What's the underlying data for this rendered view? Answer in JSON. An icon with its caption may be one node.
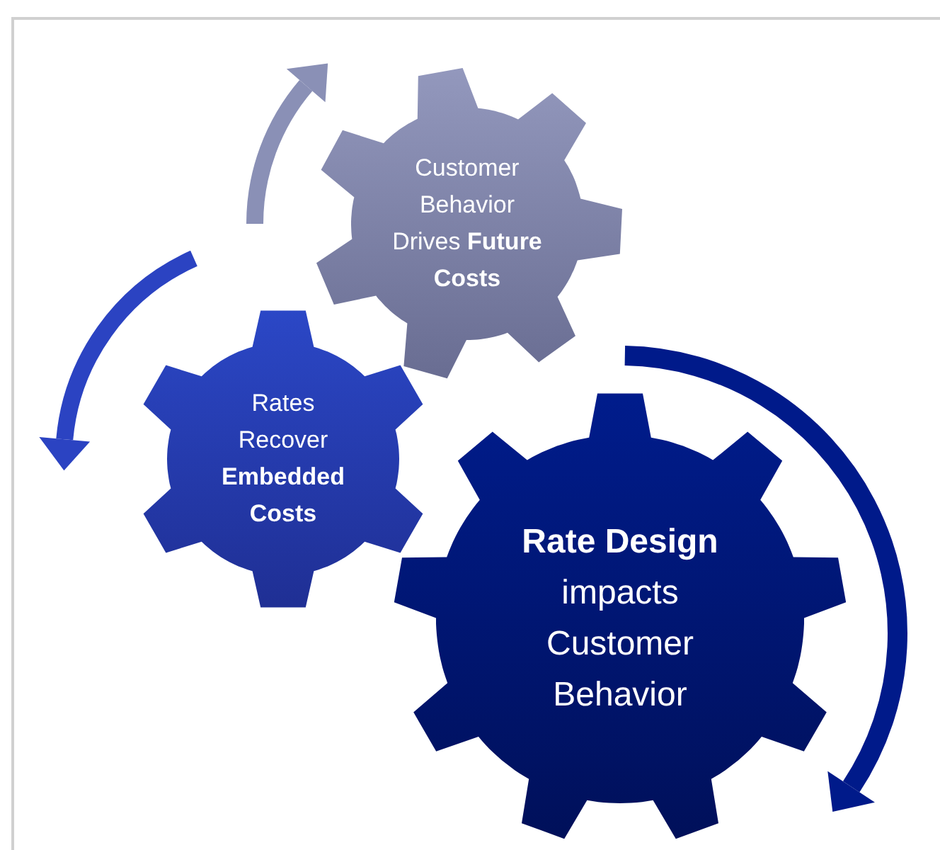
{
  "diagram": {
    "nodes": [
      {
        "text": [
          "Customer Behavior Drives **Future Costs**"
        ]
      },
      {
        "text": [
          "Rates Recover **Embedded Costs**"
        ]
      },
      {
        "text": [
          "**Rate Design** impacts Customer Behavior"
        ]
      }
    ]
  }
}
